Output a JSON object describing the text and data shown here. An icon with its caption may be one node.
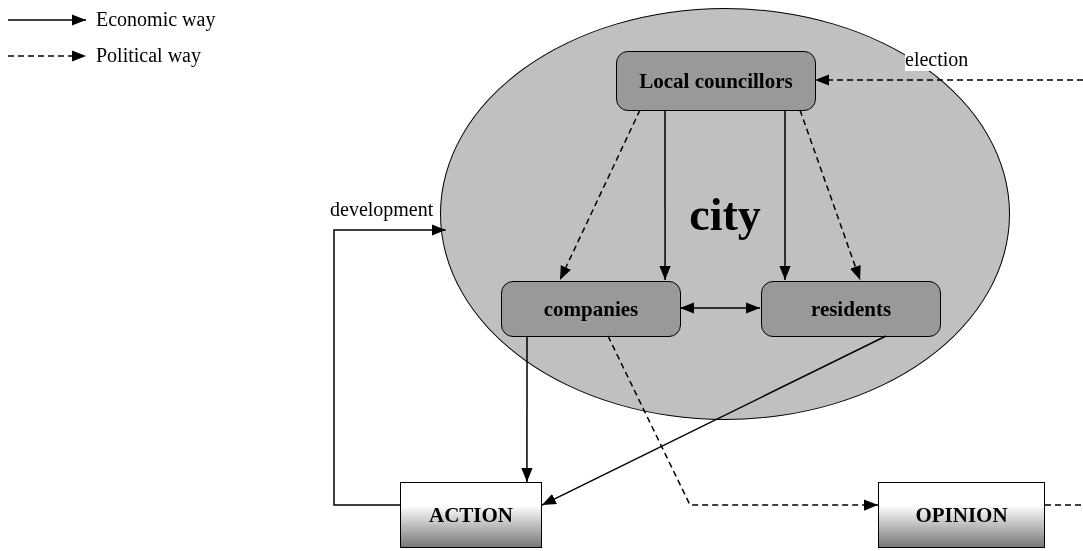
{
  "diagram": {
    "nodes": [
      {
        "text": [
          "city"
        ]
      },
      {
        "text": [
          "Local councillors"
        ],
        "in": 0
      },
      {
        "text": [
          "companies"
        ],
        "in": 0
      },
      {
        "text": [
          "residents"
        ],
        "in": 0
      },
      {
        "text": [
          "ACTION"
        ]
      },
      {
        "text": [
          "OPINION"
        ]
      }
    ],
    "edges": [
      {
        "from": 1,
        "to": 2,
        "arrow": "to",
        "style": "dashed"
      },
      {
        "from": 1,
        "to": 2,
        "arrow": "to"
      },
      {
        "from": 1,
        "to": 3,
        "arrow": "to"
      },
      {
        "from": 1,
        "to": 3,
        "arrow": "to",
        "style": "dashed"
      },
      {
        "from": 2,
        "to": 3,
        "arrow": "both"
      },
      {
        "from": 2,
        "to": 4,
        "arrow": "to"
      },
      {
        "from": 3,
        "to": 4,
        "arrow": "to"
      },
      {
        "from": 4,
        "to": 0,
        "arrow": "to",
        "label": "development"
      },
      {
        "from": 2,
        "to": 5,
        "arrow": "to",
        "style": "dashed"
      },
      {
        "from": 5,
        "to": null,
        "arrow": "none",
        "style": "dashed"
      },
      {
        "from": null,
        "to": 1,
        "arrow": "to",
        "style": "dashed",
        "label": "election"
      }
    ],
    "legend": [
      {
        "text": "Economic way"
      },
      {
        "text": "Political way"
      }
    ]
  }
}
